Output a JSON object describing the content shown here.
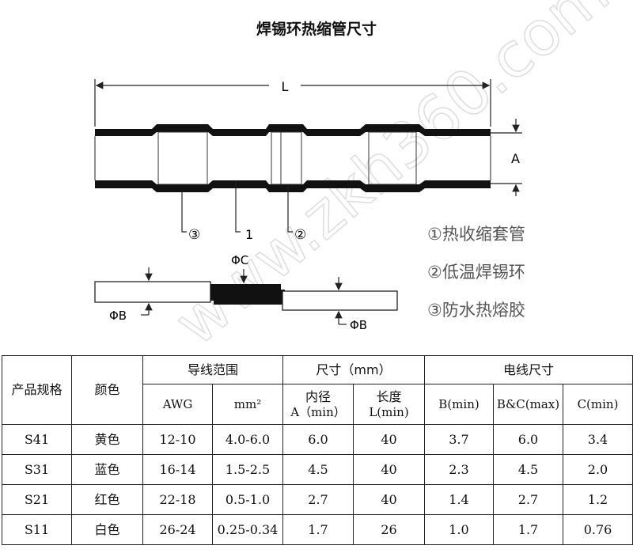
{
  "title": "焊锡环热缩管尺寸",
  "diagram": {
    "dim_L": "L",
    "dim_A": "A",
    "callouts": [
      "③",
      "1",
      "②"
    ],
    "dim_C": "ΦC",
    "dim_B_left": "ΦB",
    "dim_B_right": "ΦB",
    "legend": [
      "①热收缩套管",
      "②低温焊锡环",
      "③防水热熔胶"
    ],
    "watermark": "www.zkh360.com"
  },
  "table": {
    "headers": {
      "spec": "产品规格",
      "color": "颜色",
      "wire_range": "导线范围",
      "size": "尺寸（mm）",
      "wire_size": "电线尺寸",
      "awg": "AWG",
      "mm2": "mm²",
      "inner_dia": "内径",
      "inner_dia_unit": "A（min）",
      "length": "长度",
      "length_unit": "L(min)",
      "b_min": "B(min)",
      "bc_max": "B&C(max)",
      "c_min": "C(min)"
    },
    "rows": [
      {
        "spec": "S41",
        "color": "黄色",
        "awg": "12-10",
        "mm2": "4.0-6.0",
        "a": "6.0",
        "l": "40",
        "b": "3.7",
        "bc": "6.0",
        "c": "3.4"
      },
      {
        "spec": "S31",
        "color": "蓝色",
        "awg": "16-14",
        "mm2": "1.5-2.5",
        "a": "4.5",
        "l": "40",
        "b": "2.3",
        "bc": "4.5",
        "c": "2.0"
      },
      {
        "spec": "S21",
        "color": "红色",
        "awg": "22-18",
        "mm2": "0.5-1.0",
        "a": "2.7",
        "l": "40",
        "b": "1.4",
        "bc": "2.7",
        "c": "1.2"
      },
      {
        "spec": "S11",
        "color": "白色",
        "awg": "26-24",
        "mm2": "0.25-0.34",
        "a": "1.7",
        "l": "26",
        "b": "1.0",
        "bc": "1.7",
        "c": "0.76"
      }
    ]
  }
}
